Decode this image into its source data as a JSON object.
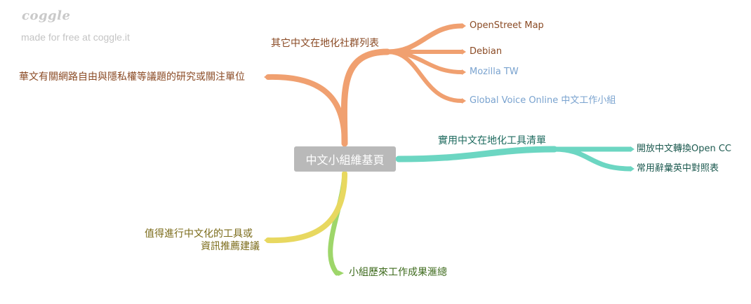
{
  "brand": {
    "logo": "coggle",
    "tagline": "made for free at coggle.it"
  },
  "root": {
    "label": "中文小組維基頁"
  },
  "branches": {
    "communities": {
      "label": "其它中文在地化社群列表",
      "color": "#f0a070",
      "text_color": "#8a4a24",
      "children": [
        {
          "label": "OpenStreet Map",
          "text_color": "#8a4a24"
        },
        {
          "label": "Debian",
          "text_color": "#8a4a24"
        },
        {
          "label": "Mozilla TW",
          "text_color": "#7aa3cf"
        },
        {
          "label": "Global Voice Online 中文工作小組",
          "text_color": "#7aa3cf"
        }
      ]
    },
    "privacy": {
      "label": "華文有關網路自由與隱私權等議題的研究或關注單位",
      "color": "#f0a070",
      "text_color": "#8a4a24"
    },
    "tools": {
      "label": "實用中文在地化工具清單",
      "color": "#6cd6c2",
      "text_color": "#1d6a5e",
      "children": [
        {
          "label": "開放中文轉換Open CC",
          "text_color": "#1d5a50"
        },
        {
          "label": "常用辭彙英中對照表",
          "text_color": "#1d5a50"
        }
      ]
    },
    "recommend": {
      "label_line1": "值得進行中文化的工具或",
      "label_line2": "資訊推薦建議",
      "color": "#e8d860",
      "text_color": "#7a6a18"
    },
    "history": {
      "label": "小組歷來工作成果滙總",
      "color": "#9ed66a",
      "text_color": "#3d6a1c"
    }
  }
}
